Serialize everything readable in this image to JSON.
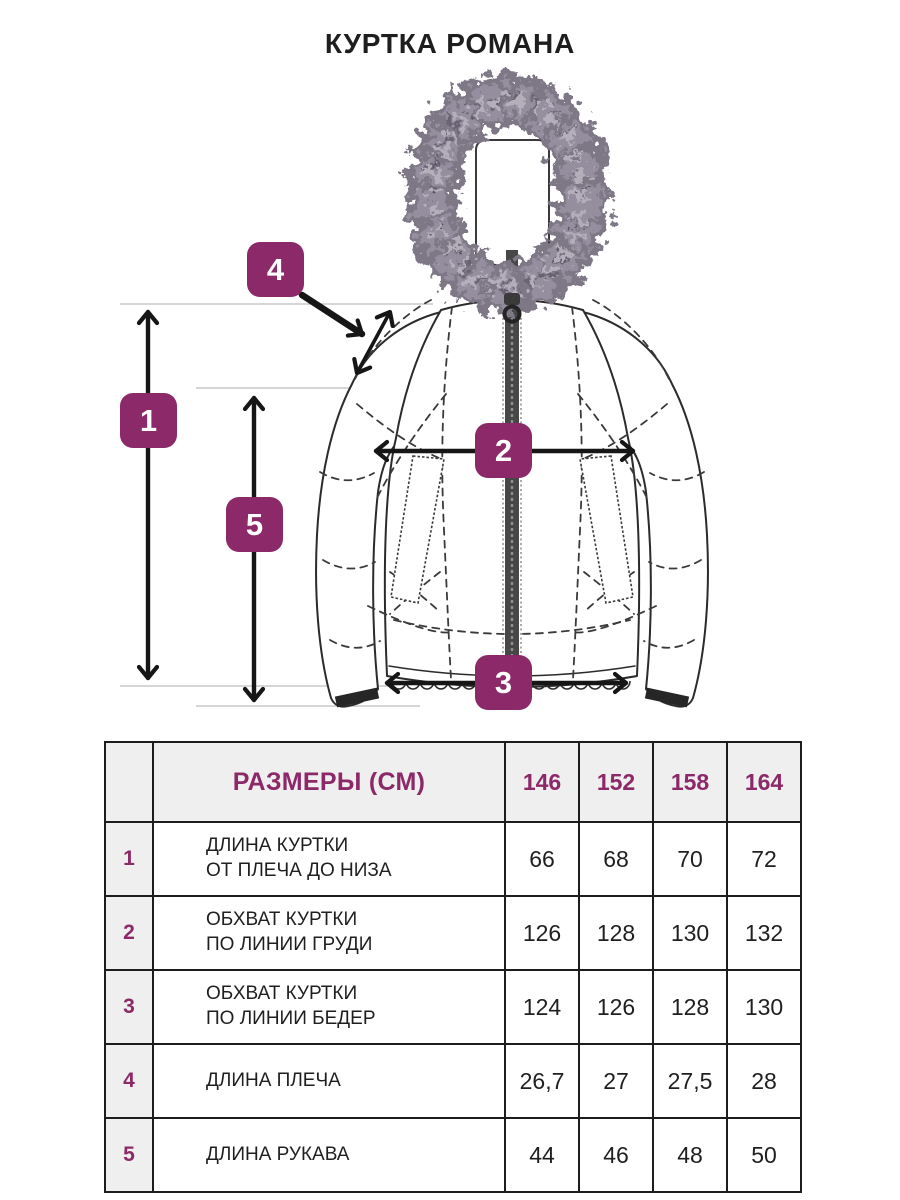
{
  "title": "КУРТКА РОМАНА",
  "colors": {
    "accent": "#8c2968",
    "text_dark": "#1e1e1e",
    "table_border": "#1d1d1d",
    "cell_gray": "#efefef",
    "guide_gray": "#c9c9c9",
    "fur_gray": "#8b8494"
  },
  "diagram": {
    "badges": [
      "1",
      "2",
      "3",
      "4",
      "5"
    ]
  },
  "table": {
    "header": {
      "label": "РАЗМЕРЫ (СМ)",
      "sizes": [
        "146",
        "152",
        "158",
        "164"
      ]
    },
    "rows": [
      {
        "num": "1",
        "label": [
          "ДЛИНА КУРТКИ",
          "ОТ ПЛЕЧА ДО НИЗА"
        ],
        "values": [
          "66",
          "68",
          "70",
          "72"
        ]
      },
      {
        "num": "2",
        "label": [
          "ОБХВАТ КУРТКИ",
          "ПО ЛИНИИ ГРУДИ"
        ],
        "values": [
          "126",
          "128",
          "130",
          "132"
        ]
      },
      {
        "num": "3",
        "label": [
          "ОБХВАТ КУРТКИ",
          "ПО ЛИНИИ БЕДЕР"
        ],
        "values": [
          "124",
          "126",
          "128",
          "130"
        ]
      },
      {
        "num": "4",
        "label": [
          "ДЛИНА ПЛЕЧА"
        ],
        "values": [
          "26,7",
          "27",
          "27,5",
          "28"
        ]
      },
      {
        "num": "5",
        "label": [
          "ДЛИНА РУКАВА"
        ],
        "values": [
          "44",
          "46",
          "48",
          "50"
        ]
      }
    ]
  },
  "chart_data": {
    "type": "table",
    "title": "КУРТКА РОМАНА",
    "columns": [
      "146",
      "152",
      "158",
      "164"
    ],
    "rows": [
      {
        "n": 1,
        "label": "ДЛИНА КУРТКИ ОТ ПЛЕЧА ДО НИЗА",
        "values": [
          66,
          68,
          70,
          72
        ]
      },
      {
        "n": 2,
        "label": "ОБХВАТ КУРТКИ ПО ЛИНИИ ГРУДИ",
        "values": [
          126,
          128,
          130,
          132
        ]
      },
      {
        "n": 3,
        "label": "ОБХВАТ КУРТКИ ПО ЛИНИИ БЕДЕР",
        "values": [
          124,
          126,
          128,
          130
        ]
      },
      {
        "n": 4,
        "label": "ДЛИНА ПЛЕЧА",
        "values": [
          26.7,
          27,
          27.5,
          28
        ]
      },
      {
        "n": 5,
        "label": "ДЛИНА РУКАВА",
        "values": [
          44,
          46,
          48,
          50
        ]
      }
    ]
  }
}
